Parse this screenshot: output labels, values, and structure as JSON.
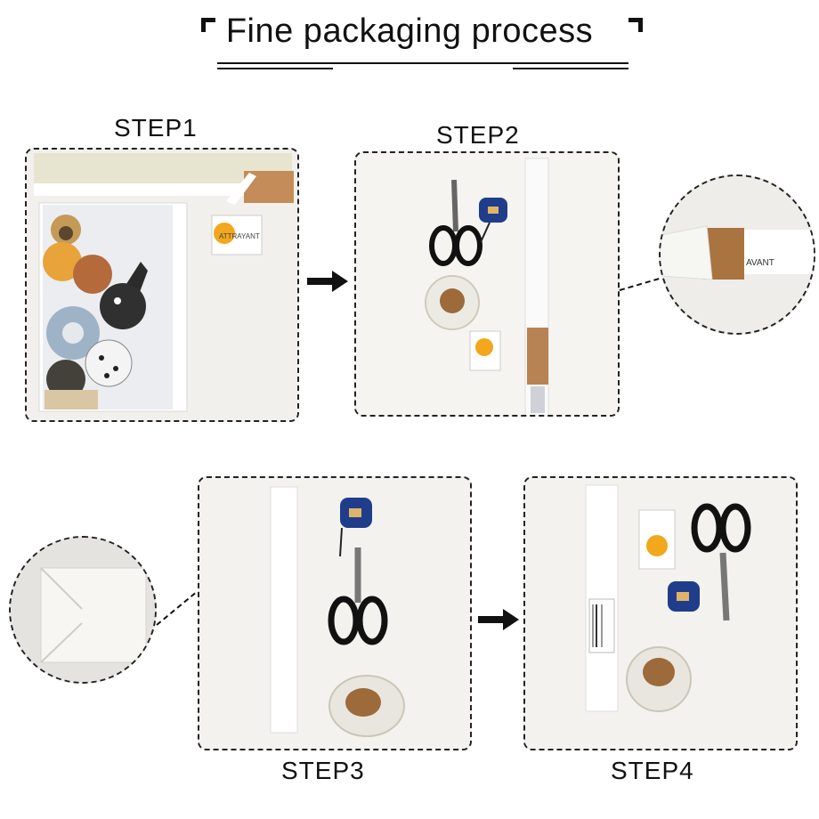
{
  "title": "Fine packaging process",
  "steps": [
    "STEP1",
    "STEP2",
    "STEP3",
    "STEP4"
  ],
  "label_text": "ATTRAYANT",
  "colors": {
    "ink": "#111111",
    "photo_bg": "#f3f2ee",
    "kraft": "#b07a48",
    "tape_blue": "#1f3d8a",
    "logo_orange": "#f2a71c"
  }
}
